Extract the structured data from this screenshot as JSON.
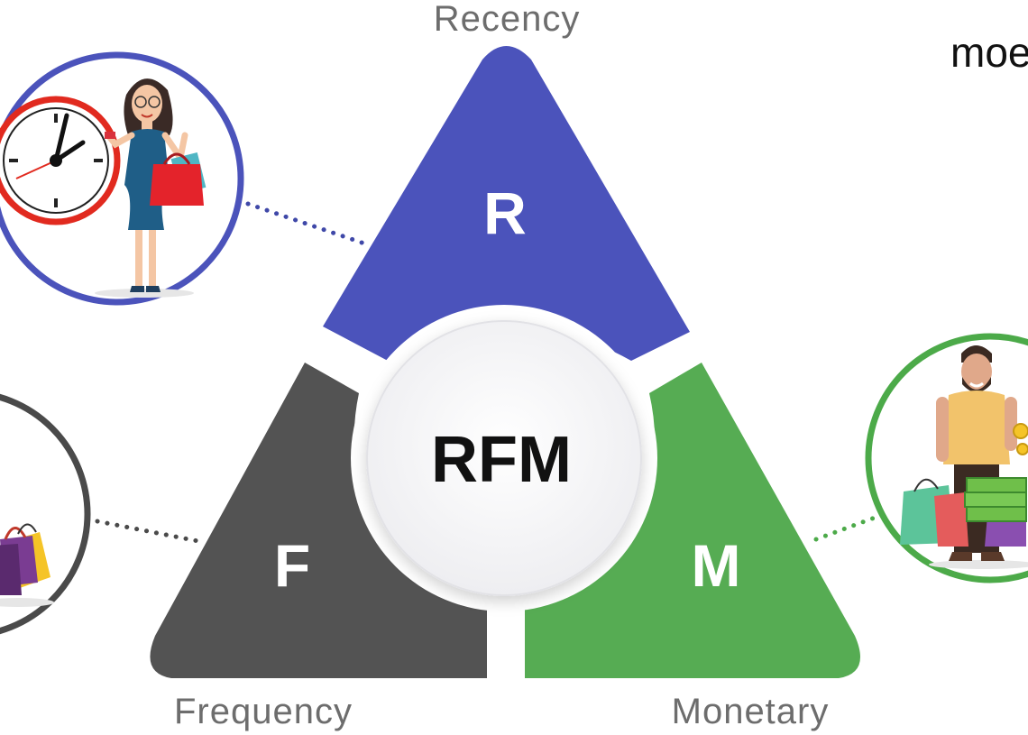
{
  "logo": {
    "text": "moe"
  },
  "center": {
    "label": "RFM"
  },
  "segments": {
    "recency": {
      "letter": "R",
      "label": "Recency",
      "color": "#4b53bb",
      "icon": "clock-shopper-woman-icon",
      "ring_color": "#4b53bb"
    },
    "frequency": {
      "letter": "F",
      "label": "Frequency",
      "color": "#535353",
      "icon": "shopping-bags-icon",
      "ring_color": "#4a4a4a"
    },
    "monetary": {
      "letter": "M",
      "label": "Monetary",
      "color": "#56ac53",
      "icon": "man-with-money-icon",
      "ring_color": "#4caa49"
    }
  },
  "colors": {
    "dotted_connector": "#3f48a8",
    "center_circle": "#f4f4f6",
    "label_text": "#6d6d6d"
  }
}
